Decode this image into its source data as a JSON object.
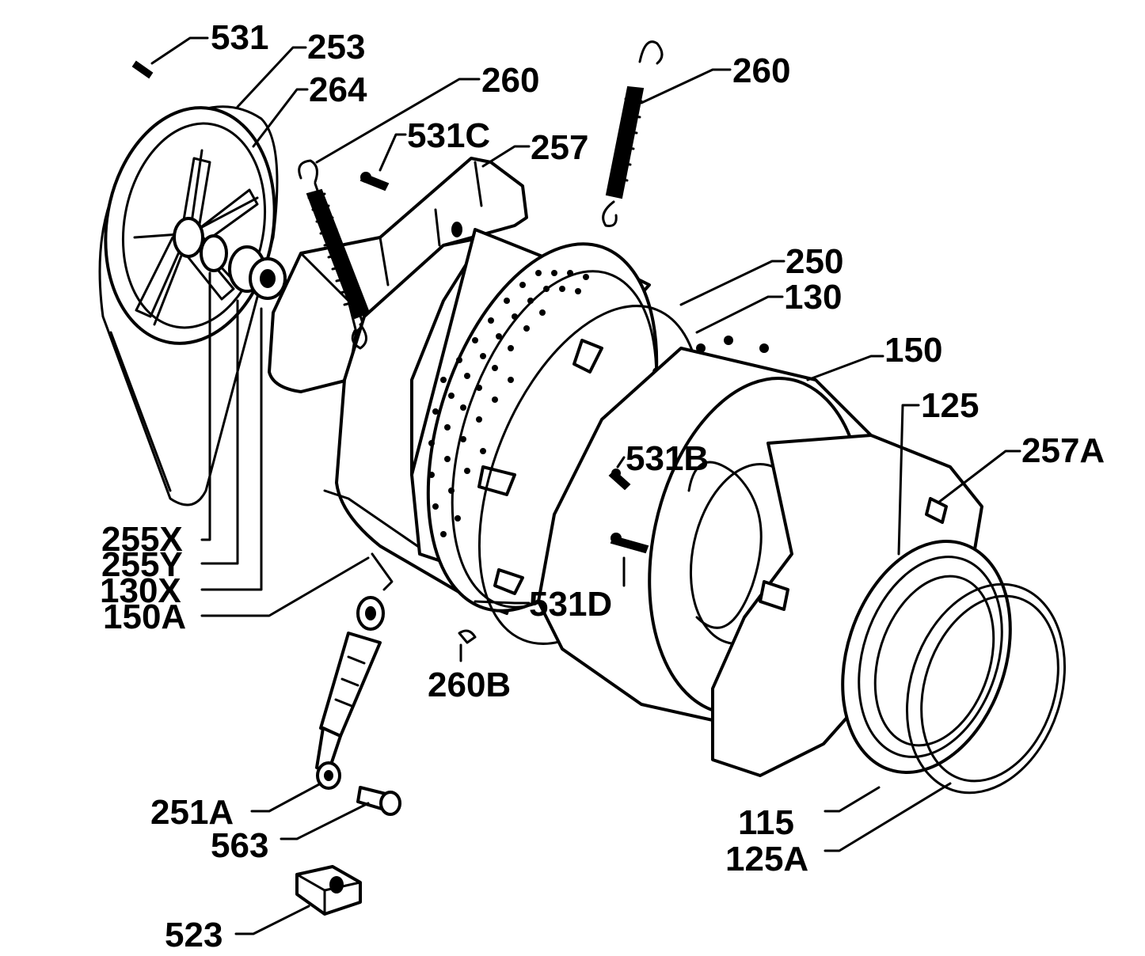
{
  "diagram": {
    "type": "exploded-parts-view",
    "labels": {
      "l531": "531",
      "l253": "253",
      "l264": "264",
      "l260a": "260",
      "l260b": "260",
      "l531C": "531C",
      "l257": "257",
      "l250": "250",
      "l130": "130",
      "l150": "150",
      "l125": "125",
      "l257A": "257A",
      "l531B": "531B",
      "l531D": "531D",
      "l255X": "255X",
      "l255Y": "255Y",
      "l130X": "130X",
      "l150A": "150A",
      "l260B": "260B",
      "l251A": "251A",
      "l563": "563",
      "l115": "115",
      "l125A": "125A",
      "l523": "523"
    }
  }
}
